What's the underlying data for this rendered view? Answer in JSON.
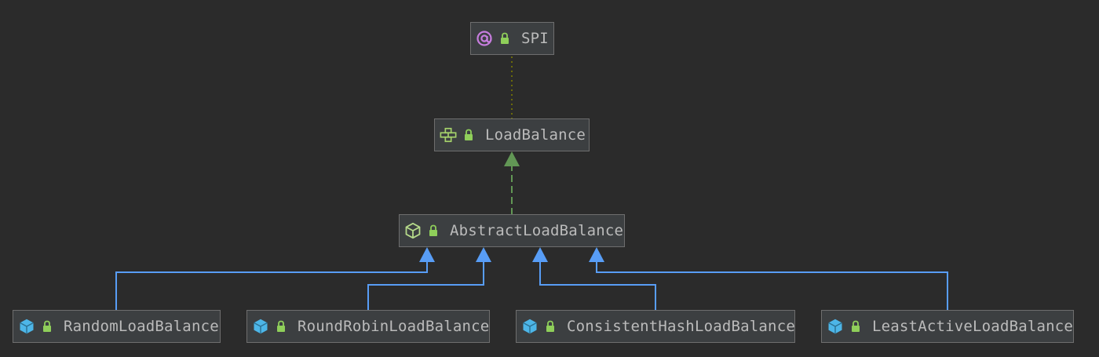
{
  "diagram": {
    "colors": {
      "background": "#2b2b2b",
      "node_fill": "#3c3f41",
      "node_border": "#6e6e6e",
      "text": "#bbbbbb",
      "annotation_icon": "#c77dde",
      "interface_icon": "#a6d36b",
      "lock_icon": "#8fcf5a",
      "abstract_icon": "#b5d98a",
      "class_icon": "#4db6e8",
      "realization_edge": "#629755",
      "annotation_edge": "#808000",
      "inheritance_edge": "#589df6"
    },
    "nodes": [
      {
        "id": "spi",
        "label": "SPI",
        "kind": "annotation",
        "icon": "at-sign-icon"
      },
      {
        "id": "loadbalance",
        "label": "LoadBalance",
        "kind": "interface",
        "icon": "interface-icon"
      },
      {
        "id": "abstract",
        "label": "AbstractLoadBalance",
        "kind": "abstract-class",
        "icon": "abstract-class-icon"
      },
      {
        "id": "random",
        "label": "RandomLoadBalance",
        "kind": "class",
        "icon": "class-icon"
      },
      {
        "id": "roundrobin",
        "label": "RoundRobinLoadBalance",
        "kind": "class",
        "icon": "class-icon"
      },
      {
        "id": "consistenthash",
        "label": "ConsistentHashLoadBalance",
        "kind": "class",
        "icon": "class-icon"
      },
      {
        "id": "leastactive",
        "label": "LeastActiveLoadBalance",
        "kind": "class",
        "icon": "class-icon"
      }
    ],
    "edges": [
      {
        "from": "loadbalance",
        "to": "spi",
        "type": "annotated-by"
      },
      {
        "from": "abstract",
        "to": "loadbalance",
        "type": "implements"
      },
      {
        "from": "random",
        "to": "abstract",
        "type": "extends"
      },
      {
        "from": "roundrobin",
        "to": "abstract",
        "type": "extends"
      },
      {
        "from": "consistenthash",
        "to": "abstract",
        "type": "extends"
      },
      {
        "from": "leastactive",
        "to": "abstract",
        "type": "extends"
      }
    ]
  }
}
